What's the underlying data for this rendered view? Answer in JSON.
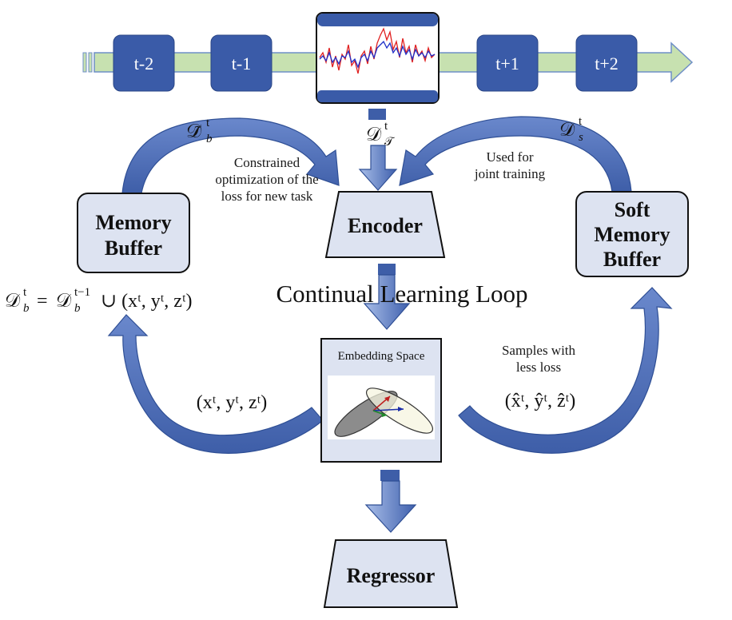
{
  "timeline": {
    "steps": [
      "t-2",
      "t-1",
      "t+1",
      "t+2"
    ]
  },
  "labels": {
    "db_tilde": "𝒟̃",
    "db_tilde_sup": "t",
    "db_tilde_sub": "b",
    "dt": "𝒟",
    "dt_sup": "t",
    "dt_sub": "𝒯",
    "ds": "𝒟",
    "ds_sup": "t",
    "ds_sub": "s",
    "constrained_line1": "Constrained",
    "constrained_line2": "optimization of the",
    "constrained_line3": "loss for new task",
    "used_line1": "Used for",
    "used_line2": "joint training",
    "update_eq": "𝒟ᵇᵗ = 𝒟ᵇᵗ⁻¹∪ (xᵗ, yᵗ, zᵗ)",
    "update_lhs": "𝒟",
    "update_lhs_sup": "t",
    "update_lhs_sub": "b",
    "update_eq_sign": " = ",
    "update_rhs": "𝒟",
    "update_rhs_sup": "t−1",
    "update_rhs_sub": "b",
    "update_union": "∪ (xᵗ, yᵗ, zᵗ)",
    "loop_title": "Continual Learning Loop",
    "samples_line1": "Samples with",
    "samples_line2": "less loss",
    "tuple_left": "(xᵗ, yᵗ, zᵗ)",
    "tuple_right": "(x̂ᵗ, ŷᵗ, ẑᵗ)"
  },
  "boxes": {
    "memory_buffer_line1": "Memory",
    "memory_buffer_line2": "Buffer",
    "soft_line1": "Soft",
    "soft_line2": "Memory",
    "soft_line3": "Buffer",
    "encoder": "Encoder",
    "embedding_title": "Embedding Space",
    "regressor": "Regressor"
  },
  "colors": {
    "step_box": "#3a5ba8",
    "timeline_bar": "#c7e1b0",
    "arrow_fill": "#5779c2",
    "arrow_light": "#a9bde6",
    "box_fill": "#dde3f1",
    "signal_red": "#e02020",
    "signal_blue": "#2030c8"
  }
}
